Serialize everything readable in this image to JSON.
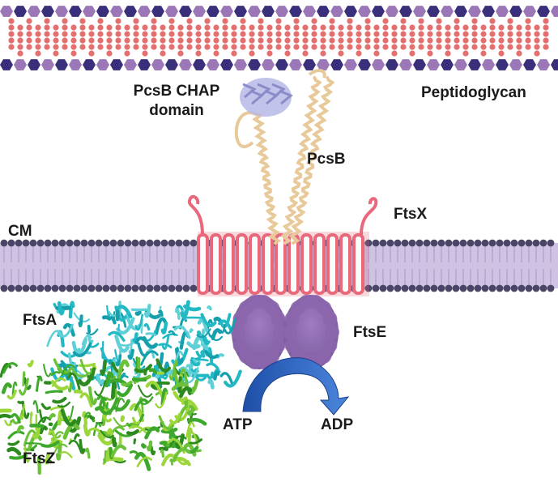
{
  "labels": {
    "peptidoglycan": "Peptidoglycan",
    "pcsb_chap_line1": "PcsB CHAP",
    "pcsb_chap_line2": "domain",
    "pcsb": "PcsB",
    "ftsx": "FtsX",
    "cm": "CM",
    "ftsa": "FtsA",
    "ftse": "FtsE",
    "ftsz": "FtsZ",
    "atp": "ATP",
    "adp": "ADP"
  },
  "colors": {
    "peptide_red": "#e46f6f",
    "glycan_purple": "#9b77b8",
    "glycan_navy": "#3a2f7a",
    "membrane_fill": "#cfc2e3",
    "lipid_head": "#4a4466",
    "ftsx_pink": "#e8697b",
    "pcsb_tan": "#e8c99a",
    "chap_lavender": "#b7b9e6",
    "ftse_purple": "#8c66ae",
    "ftsa_cyan": "#22b8c4",
    "ftsz_green": "#3ea82c",
    "ftsz_lightgreen": "#9bd63a",
    "arrow_blue": "#2f66c4"
  },
  "icons": [
    "peptidoglycan-mesh",
    "lipid-bilayer",
    "ftsx-transmembrane-helices",
    "pcsb-coiled-coil",
    "chap-domain-structure",
    "ftse-dimer",
    "ftsa-ribbon",
    "ftsz-ribbon",
    "atp-hydrolysis-arrow"
  ]
}
